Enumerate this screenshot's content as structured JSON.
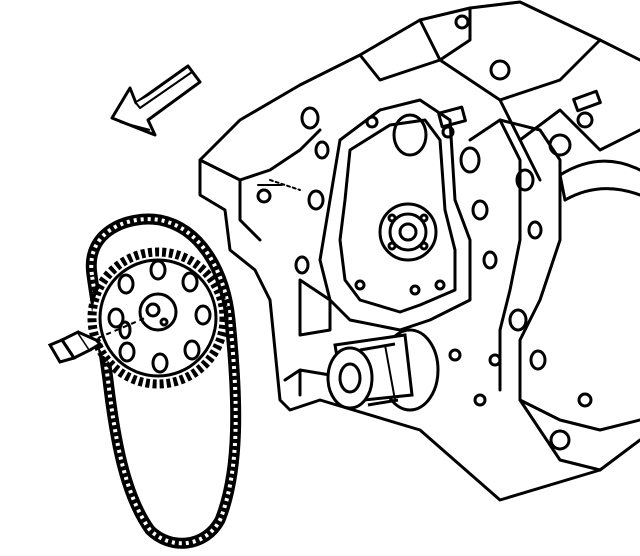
{
  "diagram": {
    "parts": [
      {
        "id": "engine-block",
        "icon": "engine-block-icon"
      },
      {
        "id": "camshaft-sprocket",
        "icon": "gear-icon"
      },
      {
        "id": "timing-chain",
        "icon": "chain-icon"
      },
      {
        "id": "sprocket-bolt",
        "icon": "bolt-icon"
      },
      {
        "id": "crankshaft-sprocket",
        "icon": "gear-icon"
      },
      {
        "id": "camshaft-nose",
        "icon": "camshaft-icon"
      },
      {
        "id": "direction-arrow",
        "icon": "arrow-icon"
      }
    ],
    "colors": {
      "line": "#000000",
      "background": "#ffffff"
    }
  }
}
